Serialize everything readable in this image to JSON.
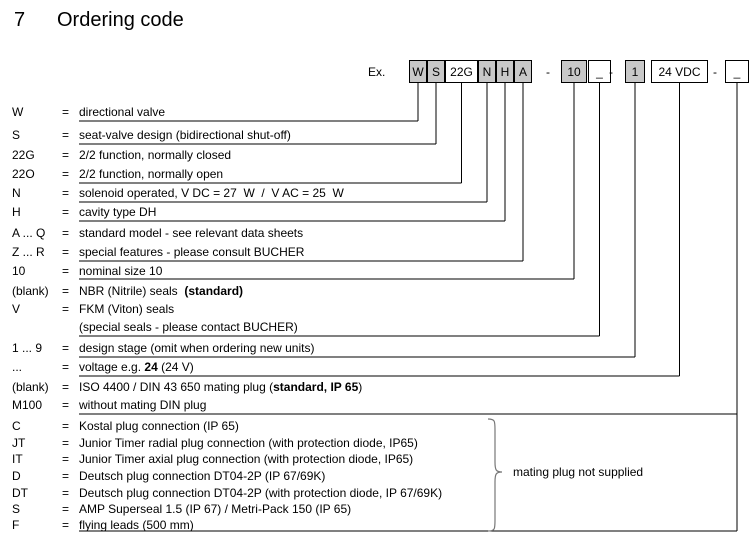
{
  "title": {
    "number": "7",
    "text": "Ordering code"
  },
  "example": {
    "label": "Ex.",
    "boxes": [
      {
        "label": "W",
        "type": "box",
        "filled": true
      },
      {
        "label": "S",
        "type": "box",
        "filled": true
      },
      {
        "label": "22G",
        "type": "box",
        "filled": false
      },
      {
        "label": "N",
        "type": "box",
        "filled": true
      },
      {
        "label": "H",
        "type": "box",
        "filled": true
      },
      {
        "label": "A",
        "type": "box",
        "filled": true
      },
      {
        "label": "-",
        "type": "dash"
      },
      {
        "label": "10",
        "type": "box",
        "filled": true
      },
      {
        "label": "_",
        "type": "box",
        "filled": false
      },
      {
        "label": "-",
        "type": "dash"
      },
      {
        "label": "1",
        "type": "box",
        "filled": true
      },
      {
        "label": "24 VDC",
        "type": "box",
        "filled": false
      },
      {
        "label": "-",
        "type": "dash"
      },
      {
        "label": "_",
        "type": "box",
        "filled": false
      }
    ]
  },
  "rows": [
    {
      "code": "W",
      "desc": [
        {
          "t": "directional valve"
        }
      ],
      "box": 0
    },
    {
      "code": "S",
      "desc": [
        {
          "t": "seat-valve design (bidirectional shut-off)"
        }
      ],
      "box": 1
    },
    {
      "code": "22G",
      "desc": [
        {
          "t": "2/2 function, normally closed"
        }
      ],
      "box": null
    },
    {
      "code": "22O",
      "desc": [
        {
          "t": "2/2 function, normally open"
        }
      ],
      "box": 2
    },
    {
      "code": "N",
      "desc": [
        {
          "t": "solenoid operated, V DC = 27  W  /  V AC = 25  W"
        }
      ],
      "box": 3
    },
    {
      "code": "H",
      "desc": [
        {
          "t": "cavity type DH"
        }
      ],
      "box": 4
    },
    {
      "code": "A ... Q",
      "desc": [
        {
          "t": "standard model - see relevant data sheets"
        }
      ],
      "box": null
    },
    {
      "code": "Z ... R",
      "desc": [
        {
          "t": "special features - please consult BUCHER"
        }
      ],
      "box": 5
    },
    {
      "code": "10",
      "desc": [
        {
          "t": "nominal size 10"
        }
      ],
      "box": 7
    },
    {
      "code": "(blank)",
      "desc": [
        {
          "t": "NBR (Nitrile) seals  "
        },
        {
          "t": "(standard)",
          "bold": true
        }
      ],
      "box": null
    },
    {
      "code": "V",
      "desc": [
        {
          "t": "FKM (Viton) seals"
        }
      ],
      "box": null
    },
    {
      "code": "",
      "desc": [
        {
          "t": "(special seals - please contact BUCHER)"
        }
      ],
      "box": 8
    },
    {
      "code": "1 ... 9",
      "desc": [
        {
          "t": "design stage (omit when ordering new units)"
        }
      ],
      "box": 10
    },
    {
      "code": "...",
      "desc": [
        {
          "t": "voltage e.g. "
        },
        {
          "t": "24",
          "bold": true
        },
        {
          "t": " (24 V)"
        }
      ],
      "box": 11
    },
    {
      "code": "(blank)",
      "desc": [
        {
          "t": "ISO 4400 / DIN 43 650 mating plug ("
        },
        {
          "t": "standard, IP 65",
          "bold": true
        },
        {
          "t": ")"
        }
      ],
      "box": null
    },
    {
      "code": "M100",
      "desc": [
        {
          "t": "without mating DIN plug"
        }
      ],
      "box": 13
    },
    {
      "code": "C",
      "desc": [
        {
          "t": "Kostal plug connection (IP 65)"
        }
      ],
      "box": null
    },
    {
      "code": "JT",
      "desc": [
        {
          "t": "Junior Timer radial plug connection (with protection diode, IP65)"
        }
      ],
      "box": null
    },
    {
      "code": "IT",
      "desc": [
        {
          "t": "Junior Timer axial plug connection (with protection diode, IP65)"
        }
      ],
      "box": null
    },
    {
      "code": "D",
      "desc": [
        {
          "t": "Deutsch plug connection DT04-2P (IP 67/69K)"
        }
      ],
      "box": null
    },
    {
      "code": "DT",
      "desc": [
        {
          "t": "Deutsch plug connection DT04-2P (with protection diode, IP 67/69K)"
        }
      ],
      "box": null
    },
    {
      "code": "S",
      "desc": [
        {
          "t": "AMP Superseal 1.5 (IP 67) / Metri-Pack 150 (IP 65)"
        }
      ],
      "box": null
    },
    {
      "code": "F",
      "desc": [
        {
          "t": "flying leads (500 mm)"
        }
      ],
      "box": 13
    }
  ],
  "brace_note": "mating plug not supplied",
  "colors": {
    "box_fill": "#c8c8c8",
    "line": "#000000"
  }
}
